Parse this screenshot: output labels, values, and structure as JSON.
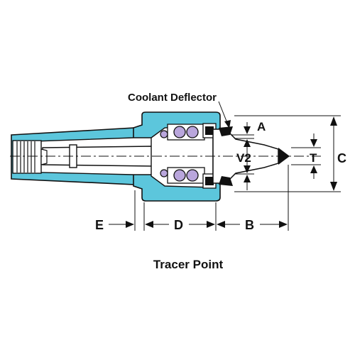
{
  "caption": "Tracer Point",
  "callout": "Coolant Deflector",
  "dimensions": {
    "a": "A",
    "b": "B",
    "c": "C",
    "d": "D",
    "e": "E",
    "t": "T",
    "v2": "V2"
  },
  "colors": {
    "housing": "#5cc6dc",
    "bearing_ball": "#b9a6dc",
    "body": "#ffffff",
    "outline": "#111111"
  }
}
